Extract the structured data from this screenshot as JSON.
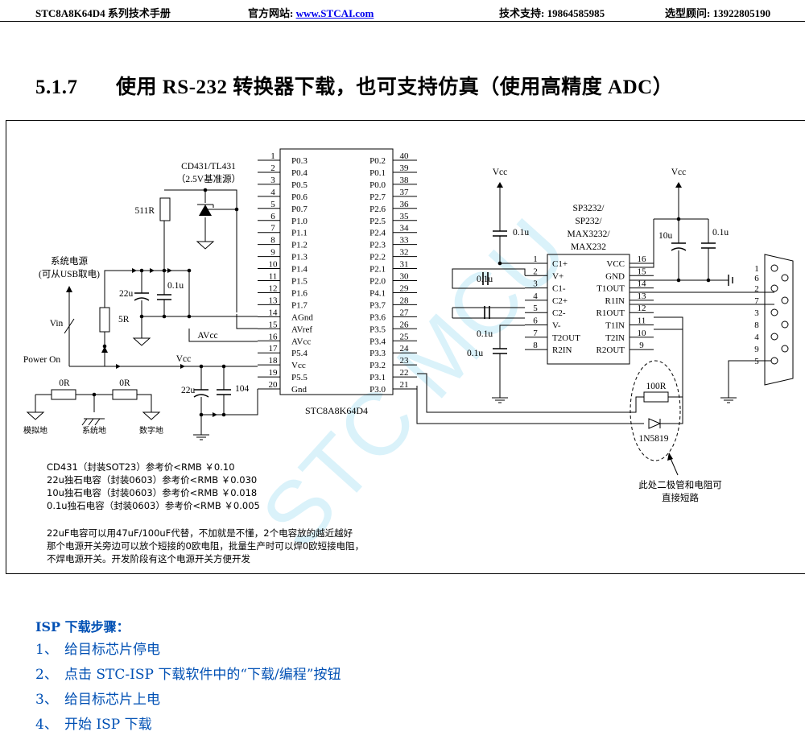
{
  "header": {
    "manual": "STC8A8K64D4 系列技术手册",
    "website_label": "官方网站: ",
    "website": "www.STCAI.com",
    "support": "技术支持: 19864585985",
    "advisor": "选型顾问: 13922805190"
  },
  "section": {
    "number": "5.1.7",
    "title": "使用 RS-232 转换器下载，也可支持仿真（使用高精度 ADC）"
  },
  "schematic": {
    "mcu_name": "STC8A8K64D4",
    "left_pins": [
      {
        "n": "1",
        "name": "P0.3"
      },
      {
        "n": "2",
        "name": "P0.4"
      },
      {
        "n": "3",
        "name": "P0.5"
      },
      {
        "n": "4",
        "name": "P0.6"
      },
      {
        "n": "5",
        "name": "P0.7"
      },
      {
        "n": "6",
        "name": "P1.0"
      },
      {
        "n": "7",
        "name": "P1.1"
      },
      {
        "n": "8",
        "name": "P1.2"
      },
      {
        "n": "9",
        "name": "P1.3"
      },
      {
        "n": "10",
        "name": "P1.4"
      },
      {
        "n": "11",
        "name": "P1.5"
      },
      {
        "n": "12",
        "name": "P1.6"
      },
      {
        "n": "13",
        "name": "P1.7"
      },
      {
        "n": "14",
        "name": "AGnd"
      },
      {
        "n": "15",
        "name": "AVref"
      },
      {
        "n": "16",
        "name": "AVcc"
      },
      {
        "n": "17",
        "name": "P5.4"
      },
      {
        "n": "18",
        "name": "Vcc"
      },
      {
        "n": "19",
        "name": "P5.5"
      },
      {
        "n": "20",
        "name": "Gnd"
      }
    ],
    "right_pins": [
      {
        "n": "40",
        "name": "P0.2"
      },
      {
        "n": "39",
        "name": "P0.1"
      },
      {
        "n": "38",
        "name": "P0.0"
      },
      {
        "n": "37",
        "name": "P2.7"
      },
      {
        "n": "36",
        "name": "P2.6"
      },
      {
        "n": "35",
        "name": "P2.5"
      },
      {
        "n": "34",
        "name": "P2.4"
      },
      {
        "n": "33",
        "name": "P2.3"
      },
      {
        "n": "32",
        "name": "P2.2"
      },
      {
        "n": "31",
        "name": "P2.1"
      },
      {
        "n": "30",
        "name": "P2.0"
      },
      {
        "n": "29",
        "name": "P4.1"
      },
      {
        "n": "28",
        "name": "P3.7"
      },
      {
        "n": "27",
        "name": "P3.6"
      },
      {
        "n": "26",
        "name": "P3.5"
      },
      {
        "n": "25",
        "name": "P3.4"
      },
      {
        "n": "24",
        "name": "P3.3"
      },
      {
        "n": "23",
        "name": "P3.2"
      },
      {
        "n": "22",
        "name": "P3.1"
      },
      {
        "n": "21",
        "name": "P3.0"
      }
    ],
    "ref_label_1": "CD431/TL431",
    "ref_label_2": "（2.5V基准源）",
    "r511": "511R",
    "r5": "5R",
    "cap22u": "22u",
    "cap01u": "0.1u",
    "sys_power_1": "系统电源",
    "sys_power_2": "(可从USB取电)",
    "vin": "Vin",
    "power_on": "Power On",
    "avcc": "AVcc",
    "vcc": "Vcc",
    "r0": "0R",
    "gnd_analog": "模拟地",
    "gnd_system": "系统地",
    "gnd_digital": "数字地",
    "cap104": "104",
    "ic2_1": "SP3232/",
    "ic2_2": "SP232/",
    "ic2_3": "MAX3232/",
    "ic2_4": "MAX232",
    "ic2_left": [
      {
        "n": "1",
        "name": "C1+"
      },
      {
        "n": "2",
        "name": "V+"
      },
      {
        "n": "3",
        "name": "C1-"
      },
      {
        "n": "4",
        "name": "C2+"
      },
      {
        "n": "5",
        "name": "C2-"
      },
      {
        "n": "6",
        "name": "V-"
      },
      {
        "n": "7",
        "name": "T2OUT"
      },
      {
        "n": "8",
        "name": "R2IN"
      }
    ],
    "ic2_right": [
      {
        "n": "16",
        "name": "VCC"
      },
      {
        "n": "15",
        "name": "GND"
      },
      {
        "n": "14",
        "name": "T1OUT"
      },
      {
        "n": "13",
        "name": "R1IN"
      },
      {
        "n": "12",
        "name": "R1OUT"
      },
      {
        "n": "11",
        "name": "T1IN"
      },
      {
        "n": "10",
        "name": "T2IN"
      },
      {
        "n": "9",
        "name": "R2OUT"
      }
    ],
    "cap10u": "10u",
    "r100": "100R",
    "diode": "1N5819",
    "note_short_1": "此处二极管和电阻可",
    "note_short_2": "直接短路",
    "db9_left": [
      "1",
      "2",
      "3",
      "4",
      "5"
    ],
    "db9_right": [
      "6",
      "7",
      "8",
      "9"
    ]
  },
  "notes": {
    "prices": [
      "CD431（封装SOT23）参考价<RMB ￥0.10",
      "22u独石电容（封装0603）参考价<RMB ￥0.030",
      "10u独石电容（封装0603）参考价<RMB ￥0.018",
      "0.1u独石电容（封装0603）参考价<RMB ￥0.005"
    ],
    "remark": [
      "22uF电容可以用47uF/100uF代替，不加就是不懂，2个电容放的越近越好",
      "那个电源开关旁边可以放个短接的0欧电阻，批量生产时可以焊0欧短接电阻，",
      "不焊电源开关。开发阶段有这个电源开关方便开发"
    ]
  },
  "isp": {
    "title": "ISP 下载步骤：",
    "steps": [
      {
        "n": "1、",
        "text": "给目标芯片停电"
      },
      {
        "n": "2、",
        "text": "点击 STC-ISP 下载软件中的“下载/编程”按钮"
      },
      {
        "n": "3、",
        "text": "给目标芯片上电"
      },
      {
        "n": "4、",
        "text": "开始 ISP 下载"
      }
    ]
  },
  "watermark": "STC MCU",
  "colors": {
    "isp_blue": "#0050b4",
    "watermark": "#7dd3ee"
  }
}
